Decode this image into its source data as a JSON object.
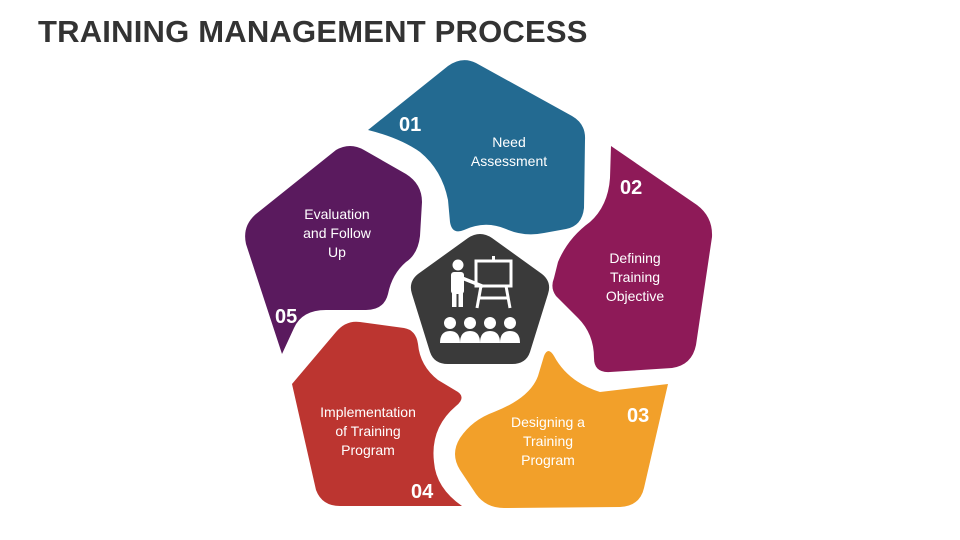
{
  "title": "TRAINING MANAGEMENT PROCESS",
  "center": {
    "icon": "trainer-presentation-icon",
    "color": "#3a3a3a"
  },
  "steps": [
    {
      "number": "01",
      "lines": [
        "Need",
        "Assessment"
      ],
      "color": "#236a91"
    },
    {
      "number": "02",
      "lines": [
        "Defining",
        "Training",
        "Objective"
      ],
      "color": "#8e1a58"
    },
    {
      "number": "03",
      "lines": [
        "Designing a",
        "Training",
        "Program"
      ],
      "color": "#f2a02a"
    },
    {
      "number": "04",
      "lines": [
        "Implementation",
        "of Training",
        "Program"
      ],
      "color": "#bc3530"
    },
    {
      "number": "05",
      "lines": [
        "Evaluation",
        "and Follow",
        "Up"
      ],
      "color": "#5a1a5e"
    }
  ]
}
